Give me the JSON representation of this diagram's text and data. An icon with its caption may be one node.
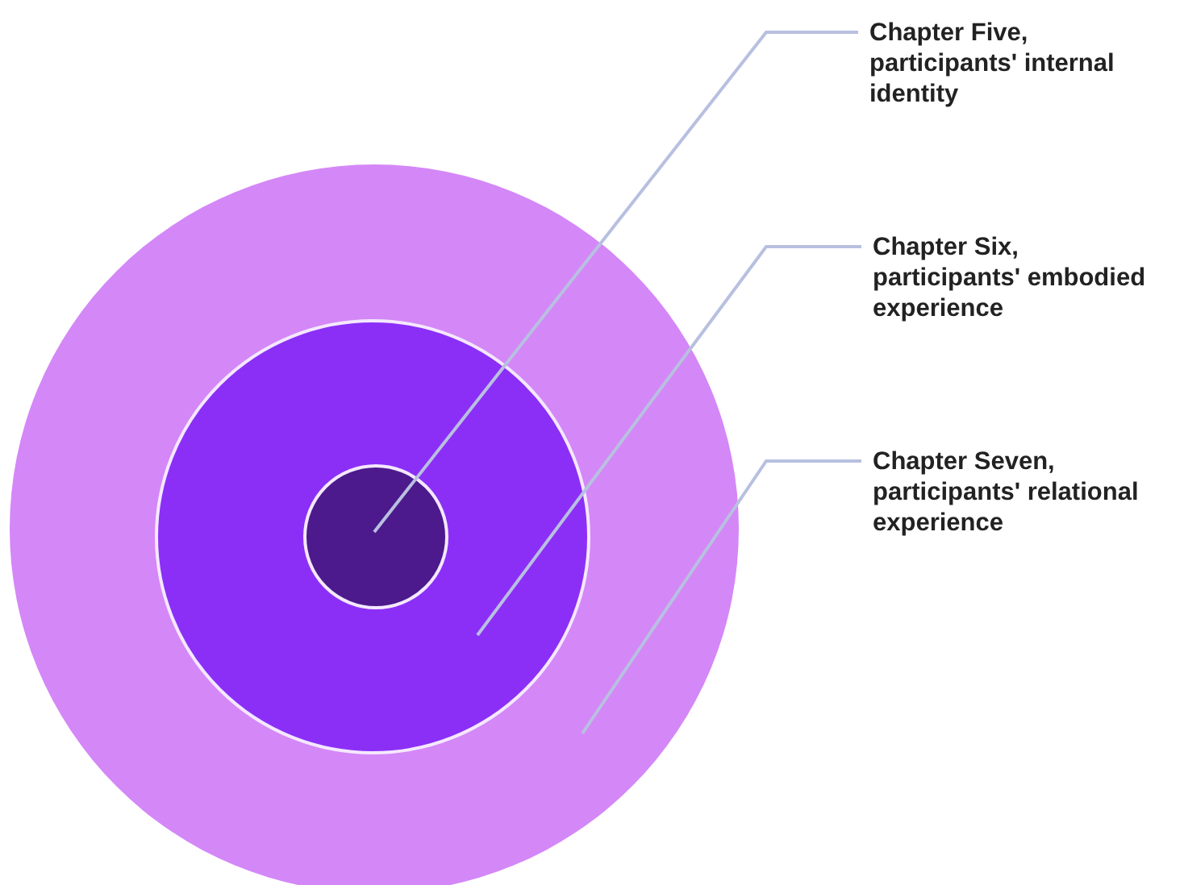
{
  "diagram": {
    "nodes": [
      {
        "text": [],
        "shape": "circle"
      },
      {
        "text": [],
        "shape": "circle",
        "in": 0
      },
      {
        "text": [],
        "shape": "circle",
        "in": 1
      },
      {
        "text": [
          "Chapter Five, participants' internal identity"
        ]
      },
      {
        "text": [
          "Chapter Six, participants' embodied experience"
        ]
      },
      {
        "text": [
          "Chapter Seven, participants' relational experience"
        ]
      }
    ],
    "edges": [
      {
        "from": 3,
        "to": 2,
        "arrow": "none"
      },
      {
        "from": 4,
        "to": 1,
        "arrow": "none"
      },
      {
        "from": 5,
        "to": 0,
        "arrow": "none"
      }
    ]
  }
}
